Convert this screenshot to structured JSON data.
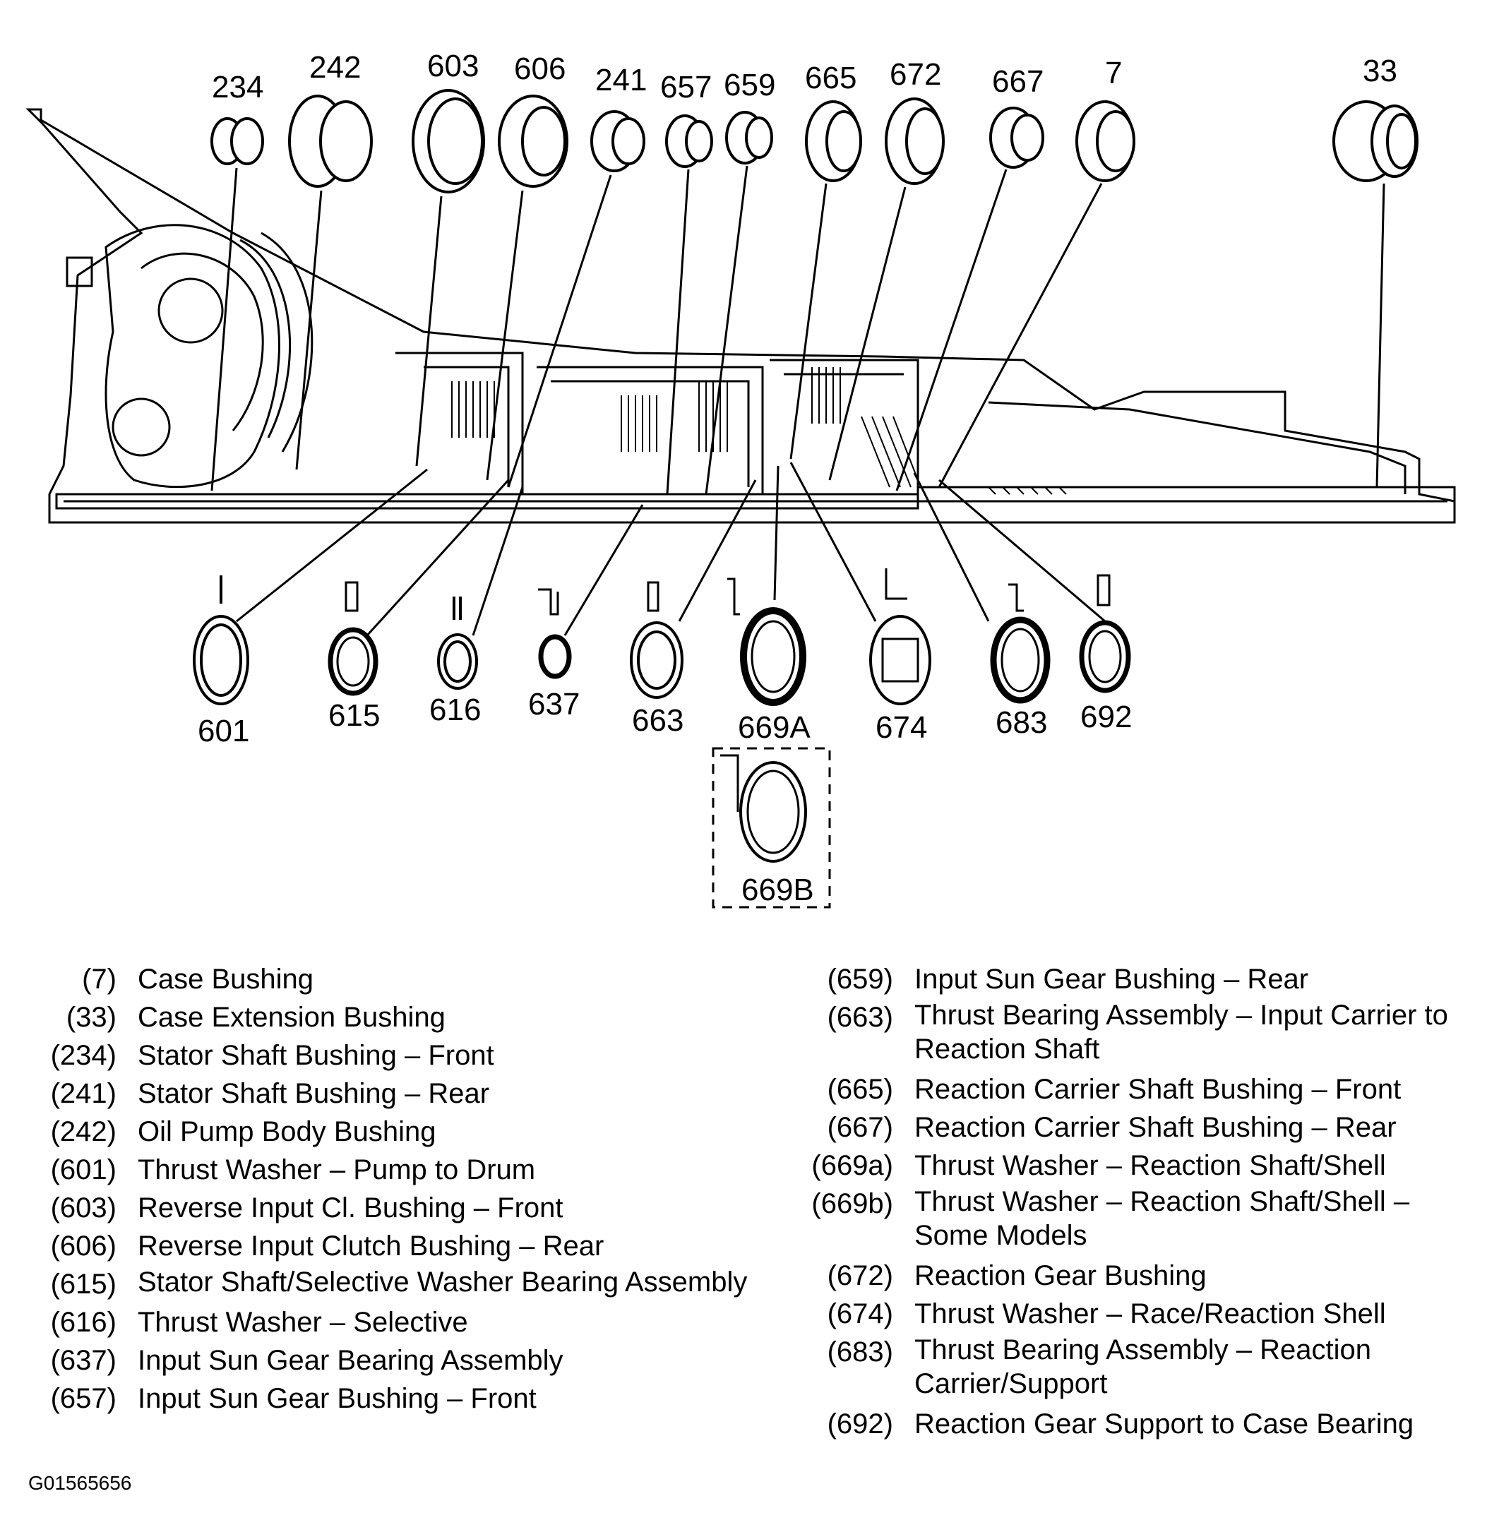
{
  "top_labels": [
    "234",
    "242",
    "603",
    "606",
    "241",
    "657",
    "659",
    "665",
    "672",
    "667",
    "7",
    "33"
  ],
  "bottom_labels": [
    "601",
    "615",
    "616",
    "637",
    "663",
    "669A",
    "674",
    "683",
    "692"
  ],
  "inset_label": "669B",
  "legend_left": [
    {
      "code": "(7)",
      "text": "Case Bushing"
    },
    {
      "code": "(33)",
      "text": "Case Extension Bushing"
    },
    {
      "code": "(234)",
      "text": "Stator Shaft Bushing – Front"
    },
    {
      "code": "(241)",
      "text": "Stator Shaft Bushing – Rear"
    },
    {
      "code": "(242)",
      "text": "Oil Pump Body Bushing"
    },
    {
      "code": "(601)",
      "text": "Thrust Washer – Pump to Drum"
    },
    {
      "code": "(603)",
      "text": "Reverse Input Cl. Bushing – Front"
    },
    {
      "code": "(606)",
      "text": "Reverse Input Clutch Bushing – Rear"
    },
    {
      "code": "(615)",
      "text": "Stator Shaft/Selective Washer Bearing Assembly"
    },
    {
      "code": "(616)",
      "text": "Thrust Washer – Selective"
    },
    {
      "code": "(637)",
      "text": "Input Sun Gear Bearing Assembly"
    },
    {
      "code": "(657)",
      "text": "Input Sun Gear Bushing – Front"
    }
  ],
  "legend_right": [
    {
      "code": "(659)",
      "text": "Input Sun Gear Bushing – Rear"
    },
    {
      "code": "(663)",
      "text": "Thrust Bearing Assembly – Input Carrier to Reaction Shaft"
    },
    {
      "code": "(665)",
      "text": "Reaction Carrier Shaft Bushing – Front"
    },
    {
      "code": "(667)",
      "text": "Reaction Carrier Shaft Bushing – Rear"
    },
    {
      "code": "(669a)",
      "text": "Thrust Washer – Reaction Shaft/Shell"
    },
    {
      "code": "(669b)",
      "text": "Thrust Washer – Reaction Shaft/Shell – Some Models"
    },
    {
      "code": "(672)",
      "text": "Reaction Gear Bushing"
    },
    {
      "code": "(674)",
      "text": "Thrust Washer – Race/Reaction Shell"
    },
    {
      "code": "(683)",
      "text": "Thrust Bearing Assembly – Reaction Carrier/Support"
    },
    {
      "code": "(692)",
      "text": "Reaction Gear Support to Case Bearing"
    }
  ],
  "figure_id": "G01565656"
}
